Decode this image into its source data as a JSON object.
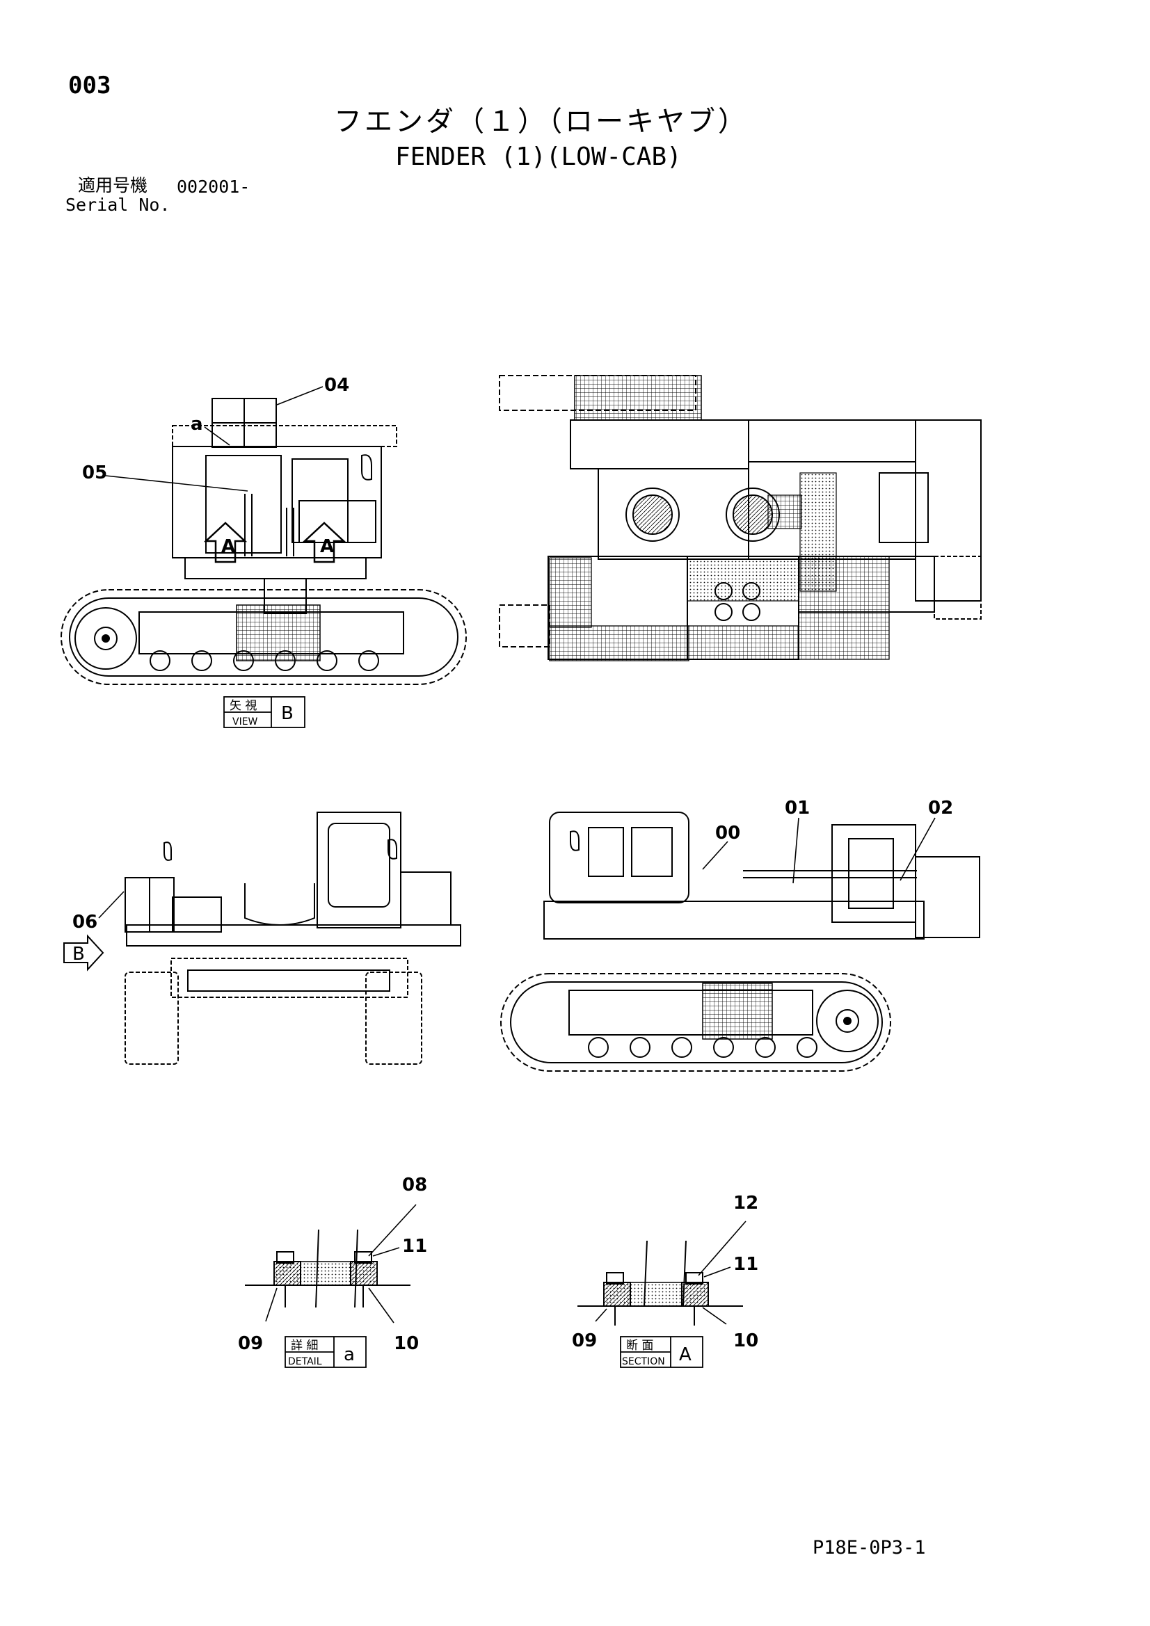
{
  "header": {
    "page_number": "003",
    "title_jp": "フエンダ（１）（ローキヤブ）",
    "title_en": "FENDER (1)(LOW-CAB)",
    "serial_label_jp": "適用号機",
    "serial_value": "002001-",
    "serial_label_en": "Serial No."
  },
  "callouts": {
    "c00": "00",
    "c01": "01",
    "c02": "02",
    "c04": "04",
    "c05": "05",
    "c06": "06",
    "c08": "08",
    "c09a": "09",
    "c09b": "09",
    "c10a": "10",
    "c10b": "10",
    "c11a": "11",
    "c11b": "11",
    "c12": "12",
    "ca": "a",
    "arrowA1": "A",
    "arrowA2": "A",
    "arrowB": "B"
  },
  "view_tags": {
    "view_b": {
      "jp": "矢 視",
      "en": "VIEW",
      "letter": "B"
    },
    "detail_a": {
      "jp": "詳 細",
      "en": "DETAIL",
      "letter": "a"
    },
    "section_a": {
      "jp": "断 面",
      "en": "SECTION",
      "letter": "A"
    }
  },
  "footer": {
    "doc_code": "P18E-0P3-1"
  }
}
